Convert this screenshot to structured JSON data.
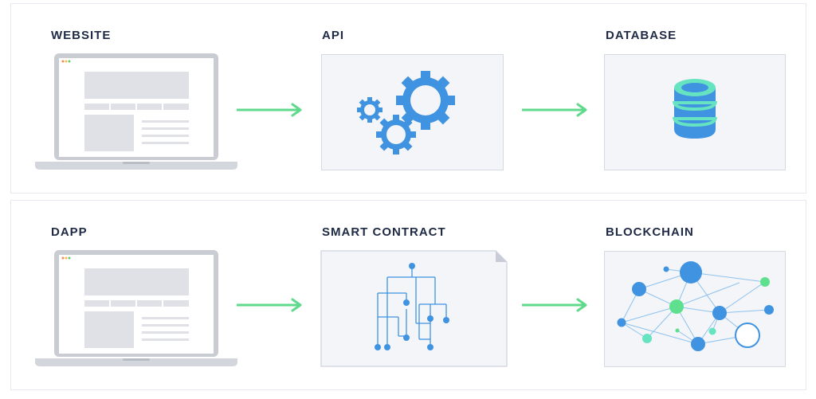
{
  "top_row": {
    "website_label": "WEBSITE",
    "api_label": "API",
    "database_label": "DATABASE"
  },
  "bottom_row": {
    "dapp_label": "DAPP",
    "smart_contract_label": "SMART CONTRACT",
    "blockchain_label": "BLOCKCHAIN"
  },
  "colors": {
    "arrow": "#5fd98b",
    "icon_blue": "#3f93e0",
    "icon_teal": "#66e3c0",
    "node_green": "#5ee08e",
    "heading": "#1f2a44",
    "box_fill": "#f3f5f9"
  }
}
